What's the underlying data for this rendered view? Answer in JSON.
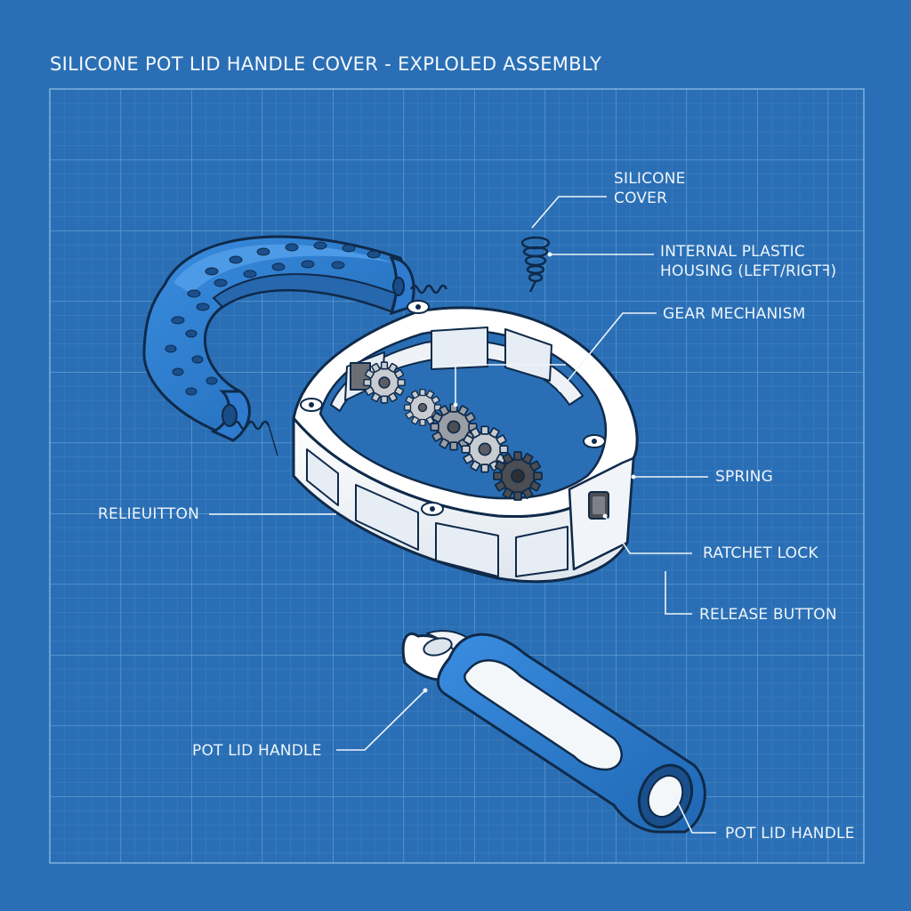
{
  "title": "SILICONE POT LID HANDLE COVER - EXPLOLED ASSEMBLY",
  "labels": {
    "silicone_cover": [
      "SILICONE",
      "COVER"
    ],
    "internal_housing": [
      "INTERNAL PLASTIC",
      "HOUSING (LEFT/RIGTꟻ)"
    ],
    "gear_mechanism": "GEAR MECHANISM",
    "spring": "SPRING",
    "ratchet_lock": "RATCHET LOCK",
    "release_button": "RELEASE BUTTON",
    "relief_button": "RELIEUITTON",
    "pot_lid_handle_top": "POT LID HANDLE",
    "pot_lid_handle_bottom": "POT LID HANDLE"
  },
  "colors": {
    "background": "#2a6fb5",
    "grid_minor": "#4a88c6",
    "grid_major": "#6ea3d6",
    "part_blue": "#2f7fd1",
    "part_white": "#f6f8fb",
    "outline": "#0f2a4a",
    "gear_light": "#c9ccd1",
    "gear_dark": "#4a4d52"
  }
}
